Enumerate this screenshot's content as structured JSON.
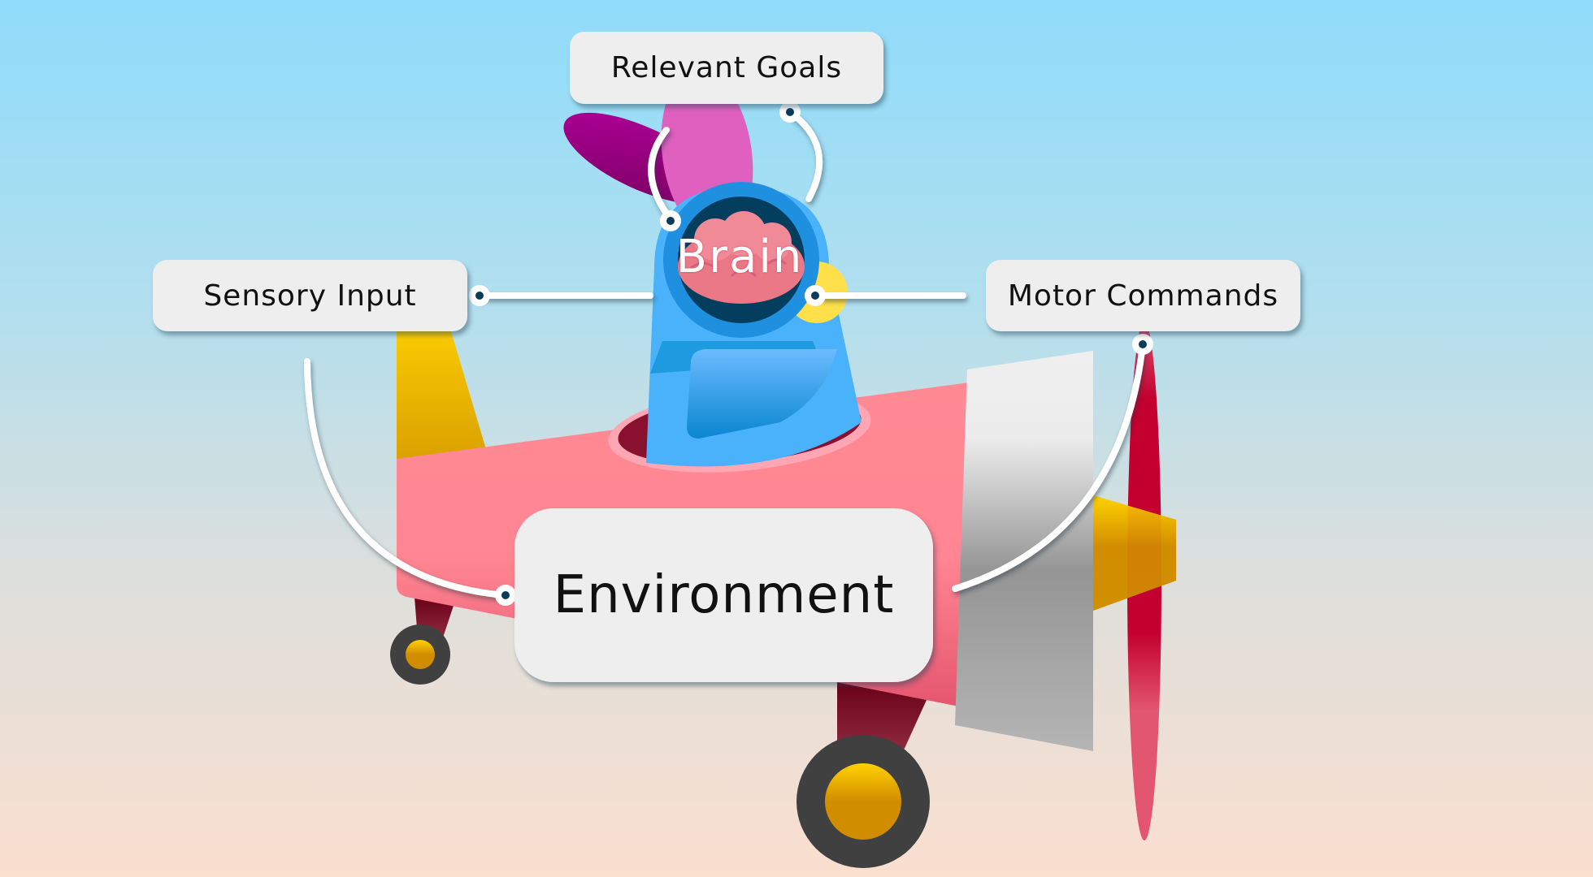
{
  "diagram": {
    "title": "Brain control loop",
    "nodes": {
      "relevant_goals": {
        "label": "Relevant Goals"
      },
      "sensory_input": {
        "label": "Sensory Input"
      },
      "brain": {
        "label": "Brain"
      },
      "motor_commands": {
        "label": "Motor Commands"
      },
      "environment": {
        "label": "Environment"
      }
    },
    "edges": [
      {
        "from": "Brain",
        "to": "Relevant Goals"
      },
      {
        "from": "Relevant Goals",
        "to": "Brain"
      },
      {
        "from": "Sensory Input",
        "to": "Brain"
      },
      {
        "from": "Brain",
        "to": "Motor Commands"
      },
      {
        "from": "Motor Commands",
        "to": "Environment"
      },
      {
        "from": "Environment",
        "to": "Sensory Input"
      }
    ]
  },
  "illustration": {
    "subject": "bird-pilot-in-propeller-airplane",
    "colors": {
      "sky_top": "#8fdcfb",
      "sky_bottom": "#fbdfcf",
      "fuselage": "#ff8592",
      "bird_body": "#4ab2fb",
      "brain": "#ea7886",
      "propeller": "#c3002f",
      "nose_cone": "#f5c400",
      "node_fill": "#eeeeee",
      "arrow": "#ffffff"
    }
  }
}
